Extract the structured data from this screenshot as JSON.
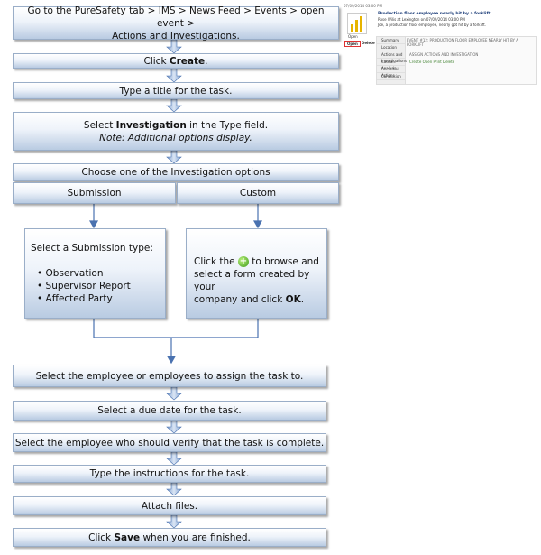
{
  "steps": {
    "s1": {
      "line1": "Go to the PureSafety tab > IMS > News Feed > Events > open event >",
      "line2": "Actions and Investigations."
    },
    "s2": {
      "pre": "Click",
      "bold": "Create",
      "post": "."
    },
    "s3": {
      "text": "Type a title for the task."
    },
    "s4": {
      "pre": "Select",
      "bold": "Investigation",
      "post": "in the Type field.",
      "note": "Note: Additional options display."
    },
    "s5": {
      "text": "Choose one of the Investigation options"
    },
    "s5_left": {
      "text": "Submission"
    },
    "s5_right": {
      "text": "Custom"
    },
    "submission": {
      "heading": "Select a Submission type:",
      "items": [
        "Observation",
        "Supervisor Report",
        "Affected Party"
      ]
    },
    "custom": {
      "pre": "Click the",
      "line1_post": "to browse and",
      "line2": "select a form created by your",
      "line3_pre": "company and click",
      "bold": "OK",
      "post": ".",
      "icon": "plus-circle-icon"
    },
    "s6": {
      "text": "Select the employee or employees to assign the task to."
    },
    "s7": {
      "text": "Select a due date for the task."
    },
    "s8": {
      "text": "Select the employee who should verify that the task is complete."
    },
    "s9": {
      "text": "Type the instructions for the task."
    },
    "s10": {
      "text": "Attach files."
    },
    "s11": {
      "pre": "Click",
      "bold": "Save",
      "post": "when you are finished."
    }
  },
  "colors": {
    "box_light": "#ffffff",
    "box_dark": "#b9cbe2",
    "border": "#9aaec8",
    "arrow": "#4a72b0",
    "plus_green": "#3e9a1c"
  },
  "screenshot": {
    "date": "07/09/2014 03:00 PM",
    "event_title": "Production floor employee nearly hit by a forklift",
    "event_line1": "Rose Wilis at Lexington on 07/09/2014 03:00 PM",
    "event_line2": "Joe, a production floor employee, nearly got hit by a forklift.",
    "open_label": "Open",
    "buttons": {
      "open": "Open",
      "delete": "Delete"
    },
    "nav": [
      "Summary",
      "Location",
      "Actions and Investigations",
      "Causal Analysis",
      "Remedial Actions",
      "Conclusion"
    ],
    "panel_title": "EVENT #12: PRODUCTION FLOOR EMPLOYEE NEARLY HIT BY A FORKLIFT",
    "panel_sub": "ASSIGN ACTIONS AND INVESTIGATION",
    "panel_actions": "Create  Open  Print  Delete"
  }
}
